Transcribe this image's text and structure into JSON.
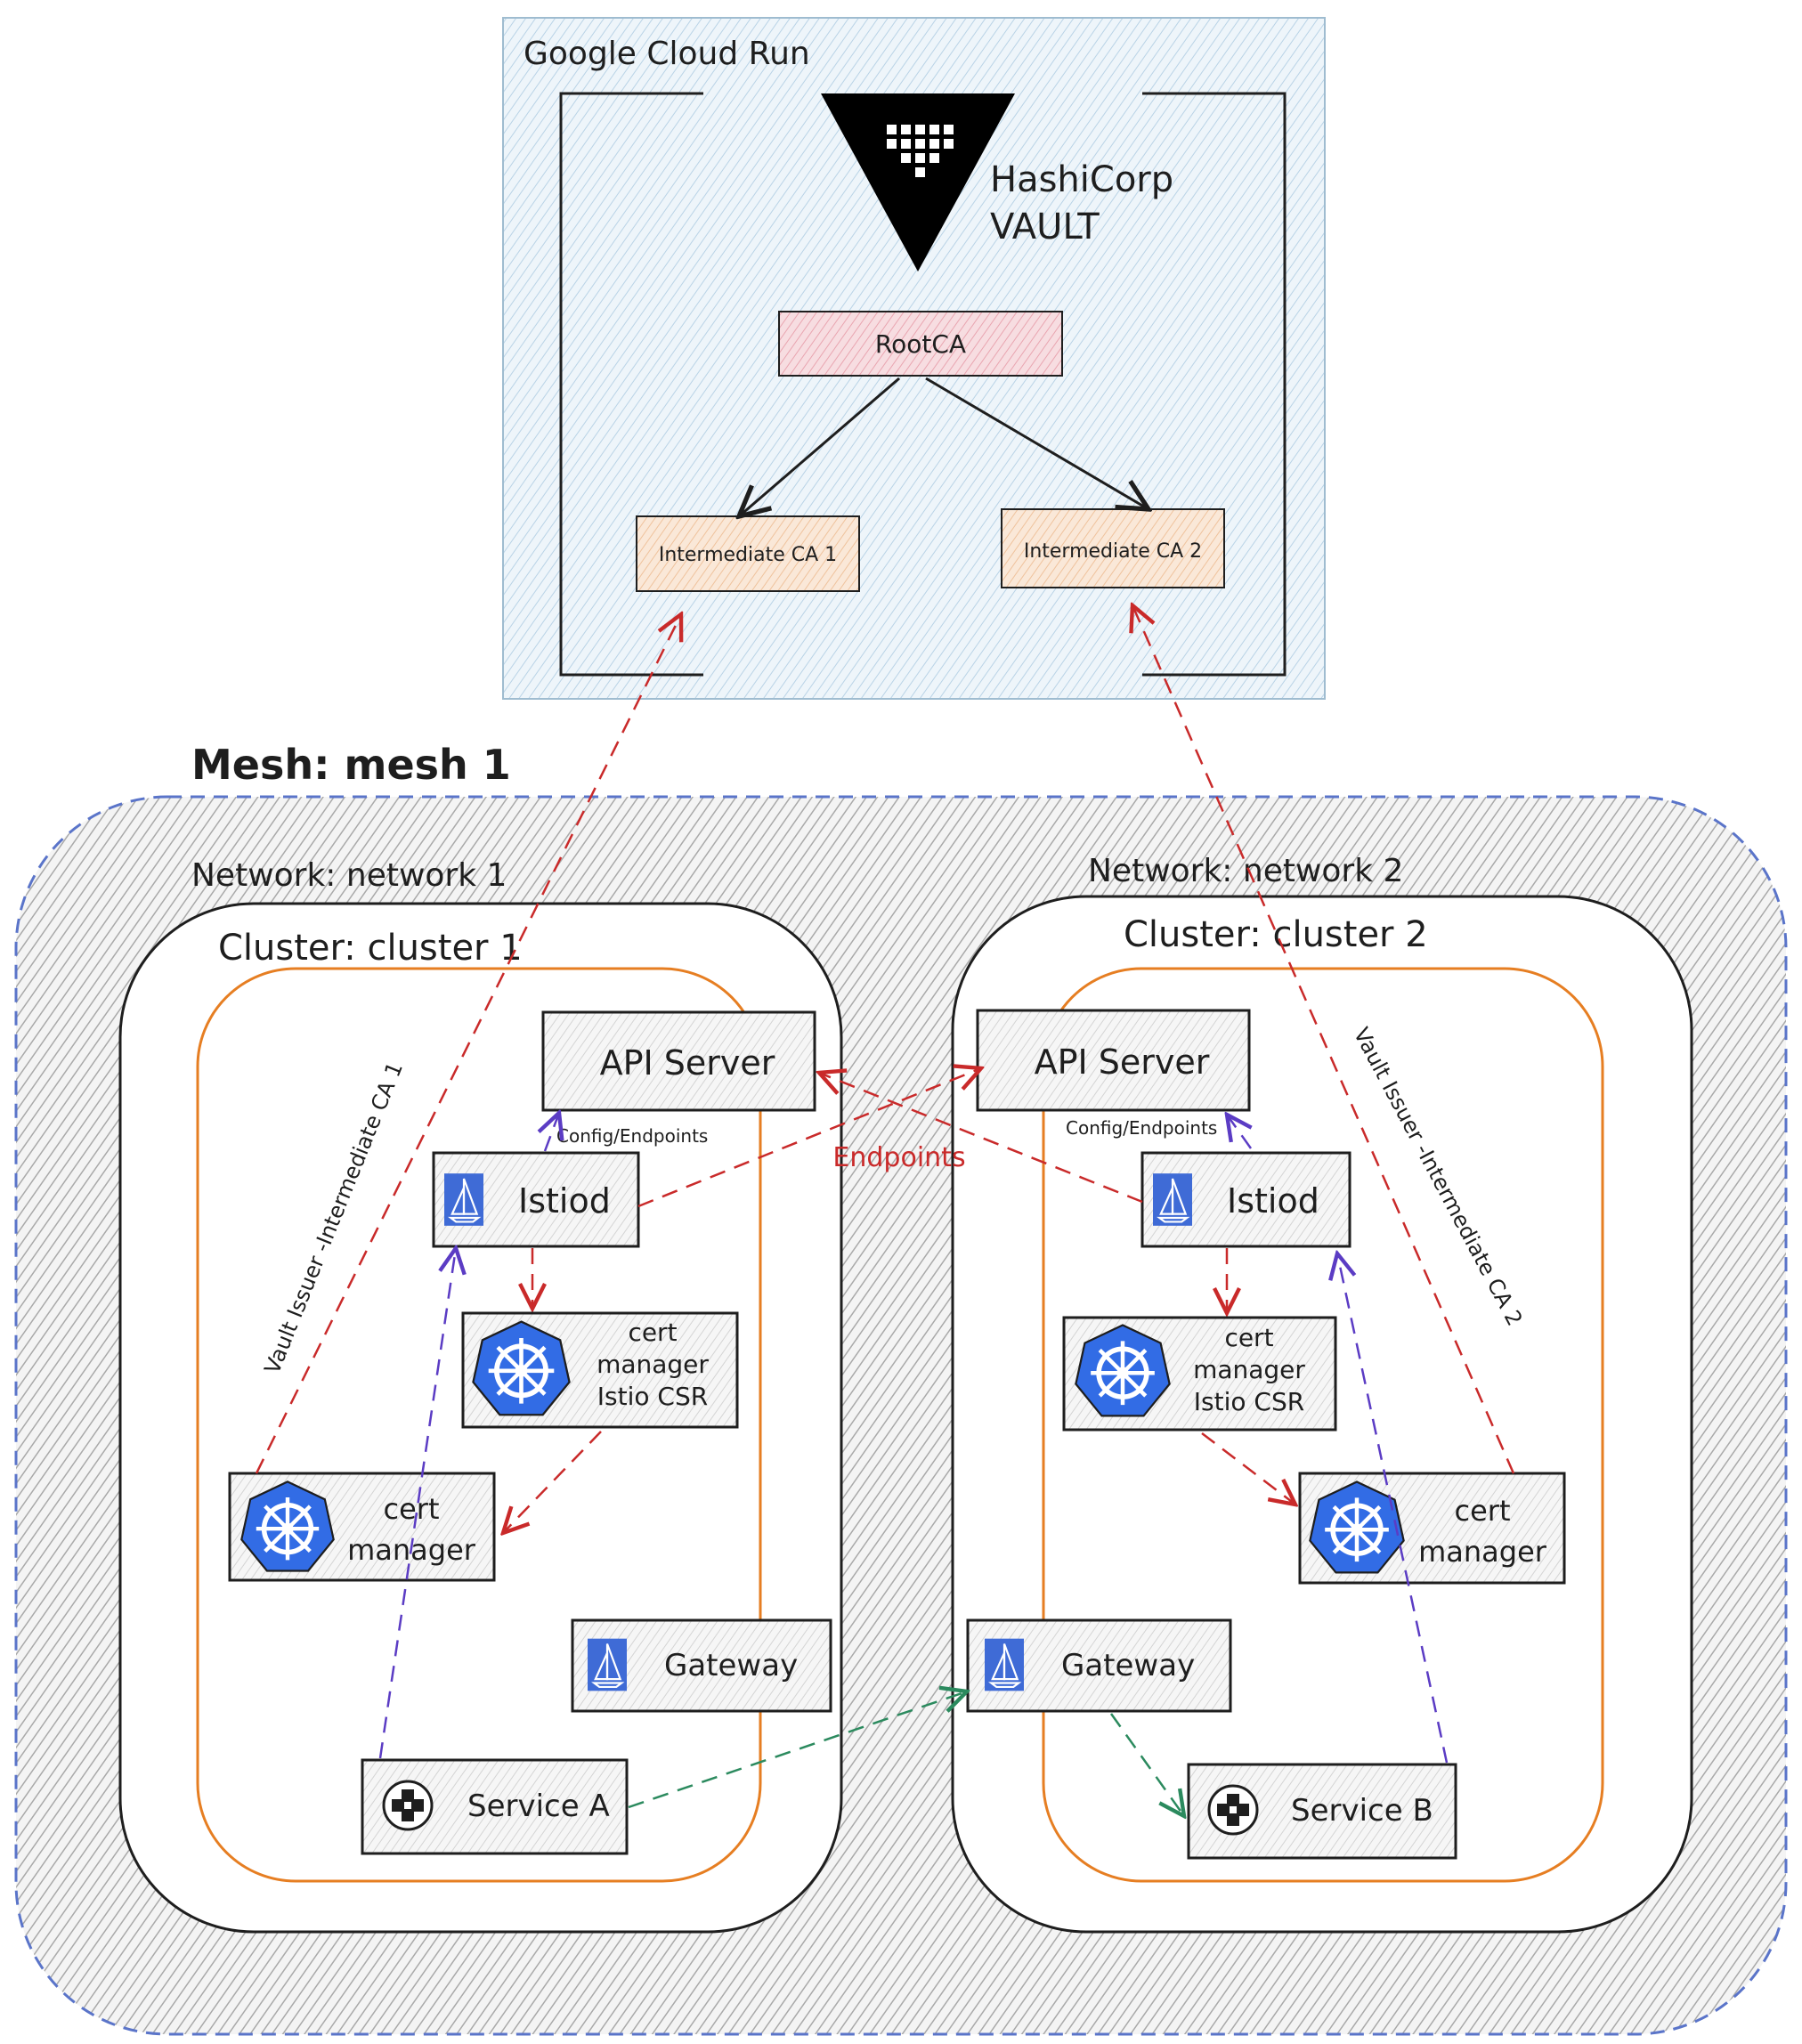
{
  "gcr": {
    "title": "Google Cloud Run"
  },
  "vault": {
    "brand_line1": "HashiCorp",
    "brand_line2": "VAULT"
  },
  "root_ca": {
    "label": "RootCA"
  },
  "intermediate_ca_1": {
    "label": "Intermediate CA 1"
  },
  "intermediate_ca_2": {
    "label": "Intermediate CA 2"
  },
  "mesh": {
    "label": "Mesh: mesh 1"
  },
  "cluster_1": {
    "network_label": "Network: network 1",
    "cluster_label": "Cluster: cluster 1",
    "api_server": "API Server",
    "config_endpoints": "Config/Endpoints",
    "istiod": "Istiod",
    "cert_manager_istio_csr": [
      "cert",
      "manager",
      "Istio CSR"
    ],
    "cert_manager": [
      "cert",
      "manager"
    ],
    "gateway": "Gateway",
    "service": "Service A",
    "vault_issuer": "Vault Issuer -Intermediate CA 1"
  },
  "cluster_2": {
    "network_label": "Network: network 2",
    "cluster_label": "Cluster: cluster 2",
    "api_server": "API Server",
    "config_endpoints": "Config/Endpoints",
    "istiod": "Istiod",
    "cert_manager_istio_csr": [
      "cert",
      "manager",
      "Istio CSR"
    ],
    "cert_manager": [
      "cert",
      "manager"
    ],
    "gateway": "Gateway",
    "service": "Service B",
    "vault_issuer": "Vault Issuer -Intermediate CA 2"
  },
  "endpoints_label": "Endpoints",
  "colors": {
    "gcr_fill": "#dbe9f2",
    "root_ca_fill": "#f3c9d0",
    "intermediate_fill": "#f7dcc6",
    "mesh_border": "#5a74c9",
    "cluster_inner": "#e67e22",
    "red_arrow": "#c92a2a",
    "purple_arrow": "#5b3cc4",
    "green_arrow": "#2b8a5e",
    "k8s_blue": "#326ce5",
    "istio_blue": "#3f6bd6"
  }
}
